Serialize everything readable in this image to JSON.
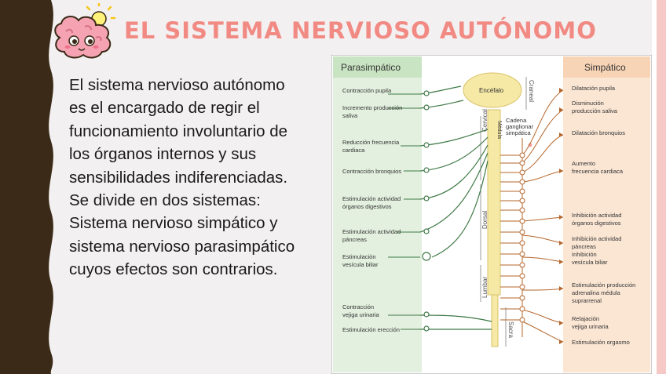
{
  "slide": {
    "title": "EL SISTEMA NERVIOSO AUTÓNOMO",
    "body_lines": [
      "El sistema nervioso autónomo",
      "es el encargado de regir el",
      "funcionamiento involuntario de",
      "los órganos internos y sus",
      "sensibilidades indiferenciadas.",
      "Se divide en dos sistemas:",
      "Sistema nervioso simpático y",
      "sistema nervioso parasimpático",
      "cuyos efectos son contrarios."
    ]
  },
  "diagram": {
    "headers": {
      "left": "Parasimpático",
      "right": "Simpático"
    },
    "center_labels": {
      "brain": "Encéfalo",
      "cranial": "Craneal",
      "chain": [
        "Cadena",
        "ganglionar",
        "simpática"
      ],
      "cord": "Médula",
      "cervical": "Cervical",
      "dorsal": "Dorsal",
      "lumbar": "Lumbar",
      "sacral": "Sacra"
    },
    "parasympathetic_effects": [
      [
        "Contracción pupila"
      ],
      [
        "Incremento producción",
        "saliva"
      ],
      [
        "Reducción frecuencia",
        "cardiaca"
      ],
      [
        "Contracción bronquios"
      ],
      [
        "Estimulación actividad",
        "órganos digestivos"
      ],
      [
        "Estimulación actividad",
        "páncreas"
      ],
      [
        "Estimulación",
        "vesícula biliar"
      ],
      [
        "Contracción",
        "vejiga urinaria"
      ],
      [
        "Estimulación erección"
      ]
    ],
    "sympathetic_effects": [
      [
        "Dilatación pupila"
      ],
      [
        "Disminución",
        "producción saliva"
      ],
      [
        "Dilatación bronquios"
      ],
      [
        "Aumento",
        "frecuencia cardiaca"
      ],
      [
        "Inhibición actividad",
        "órganos digestivos"
      ],
      [
        "Inhibición actividad",
        "páncreas"
      ],
      [
        "Inhibición",
        "vesícula biliar"
      ],
      [
        "Estimulación producción",
        "adrenalina médula",
        "suprarrenal"
      ],
      [
        "Relajación",
        "vejiga urinaria"
      ],
      [
        "Estimulación orgasmo"
      ]
    ],
    "colors": {
      "parasympathetic_bg": "#e3f0df",
      "sympathetic_bg": "#fbe6d4",
      "parasympathetic_line": "#3f7a47",
      "sympathetic_line": "#b5652a",
      "spine": "#f6e9a6"
    }
  }
}
